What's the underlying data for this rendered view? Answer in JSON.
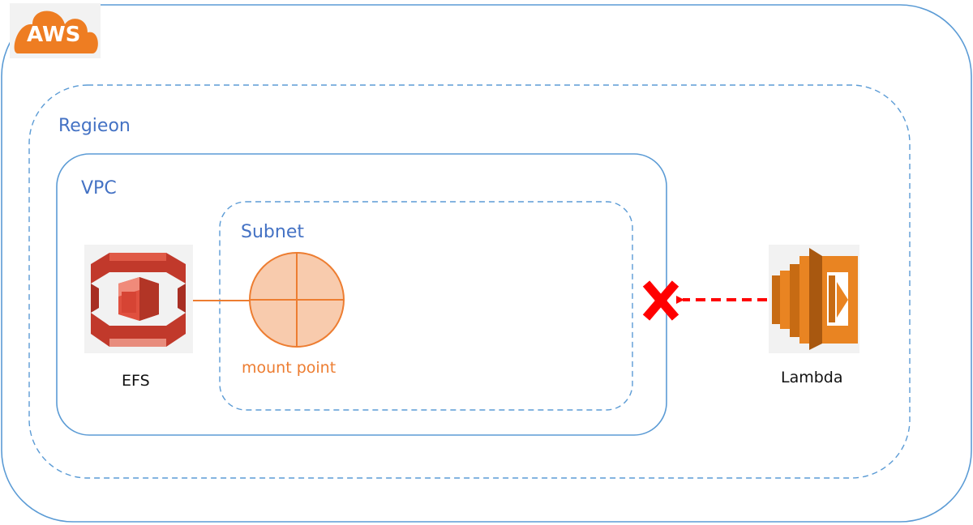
{
  "logo": {
    "text": "AWS"
  },
  "zones": {
    "region": {
      "label": "Regieon"
    },
    "vpc": {
      "label": "VPC"
    },
    "subnet": {
      "label": "Subnet"
    }
  },
  "nodes": {
    "efs": {
      "label": "EFS"
    },
    "mount_point": {
      "label": "mount point"
    },
    "lambda": {
      "label": "Lambda"
    }
  },
  "connections": [
    {
      "from": "efs",
      "to": "mount_point",
      "style": "solid"
    },
    {
      "from": "lambda",
      "to": "vpc",
      "style": "dashed",
      "status": "blocked"
    }
  ],
  "colors": {
    "border_blue": "#5b9bd5",
    "label_blue": "#4472c4",
    "aws_orange": "#ee7d22",
    "efs_red": "#c1392b",
    "lambda_orange": "#e98422",
    "mount_fill": "#f8cbad",
    "mount_stroke": "#ed7d31",
    "blocked_red": "#ff0000"
  }
}
